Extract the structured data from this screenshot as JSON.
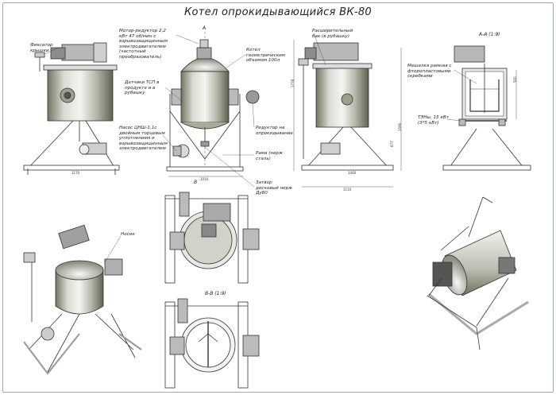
{
  "title": "Котел опрокидывающийся  ВК-80",
  "labels": {
    "fixator": "Фиксатор\nкрышки",
    "motor": "Мотор-редуктор 2,2\nкВт 47 об/мин с\nвзрывозащищенным\nэлектродвигателем\n(частотный\nпреобразователь)",
    "kotel": "Котел\nгеометрическим\nобъемом 100л",
    "datchiki": "Датчики ТСП в\nпродукте и в\nрубашку",
    "reduktor": "Редуктор на\nопрокидывание",
    "nasos": "Насос ЦНШ-1,1с\nдвойным торцевым\nуплотнением и\nвзрывозащищенным\nэлектродвигателем",
    "rama": "Рама (нерж\nсталь)",
    "zatvor": "Затвор\nдисковый нерж\nДу80",
    "rasshir": "Расширительный\nбак (в рубашку)",
    "meshalka": "Мешалка рамная с\nфторопластовыми\nскребками",
    "ten": "ТЭНы, 15 кВт\n(3*5 кВт)",
    "nosik": "Носик"
  },
  "sections": {
    "aa": "А-А (1:9)",
    "bb": "В-В (1:9)",
    "a_mark": "А",
    "b_mark": "В"
  },
  "dims": {
    "d1": "1010",
    "d2": "1110",
    "d3": "1170",
    "d4": "1778",
    "d5": "1590",
    "d6": "877",
    "d7": "500",
    "d8": "1060"
  },
  "colors": {
    "steel_light": "#e6e8e3",
    "steel_dark": "#6f7660",
    "frame_line": "#333333",
    "motor": "#8a8a8a",
    "background": "#ffffff"
  }
}
